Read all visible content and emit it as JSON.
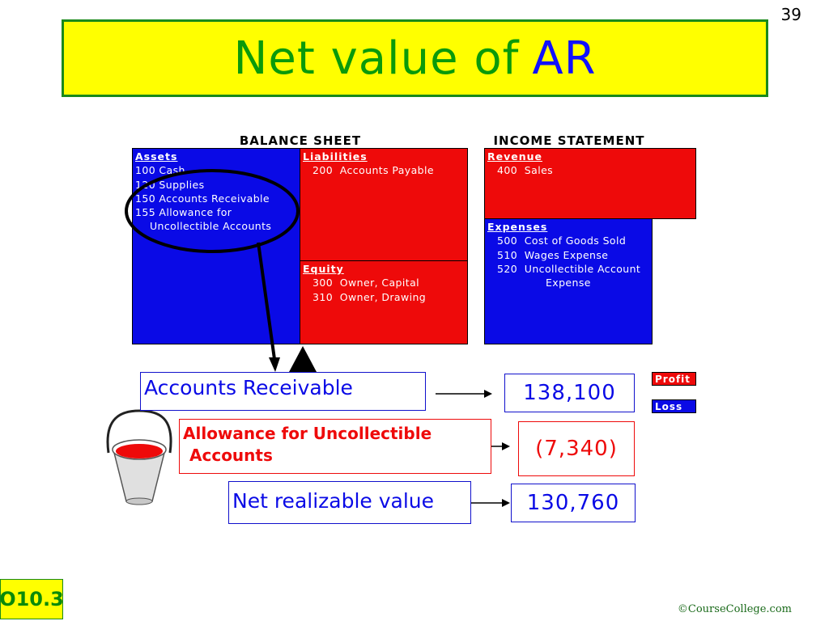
{
  "slide": {
    "number": "39",
    "badge": "O10.3",
    "copyright": "©CourseCollege.com"
  },
  "title": {
    "main": "Net value of",
    "accent": "AR"
  },
  "headers": {
    "balance_sheet": "BALANCE SHEET",
    "income_statement": "INCOME STATEMENT"
  },
  "assets": {
    "heading": "Assets",
    "items": [
      "100 Cash",
      "120 Supplies",
      "150 Accounts Receivable",
      "155 Allowance for",
      "Uncollectible Accounts"
    ]
  },
  "liabilities": {
    "heading": "Liabilities",
    "items": [
      "200  Accounts Payable"
    ]
  },
  "equity": {
    "heading": "Equity",
    "items": [
      "300  Owner, Capital",
      "310  Owner, Drawing"
    ]
  },
  "revenue": {
    "heading": "Revenue",
    "items": [
      "400  Sales"
    ]
  },
  "expenses": {
    "heading": "Expenses",
    "items": [
      "500  Cost of Goods Sold",
      "510  Wages Expense",
      "520  Uncollectible Account",
      "Expense"
    ]
  },
  "rows": {
    "accounts_receivable": {
      "label": "Accounts Receivable",
      "value": "138,100"
    },
    "allowance": {
      "label_line1": "Allowance for Uncollectible",
      "label_line2": "Accounts",
      "value": "(7,340)"
    },
    "net_realizable": {
      "label": "Net realizable value",
      "value": "130,760"
    }
  },
  "legend": {
    "profit": "Profit",
    "loss": "Loss"
  },
  "colors": {
    "blue": "#0a0ae6",
    "red": "#ee0a0a",
    "title_green": "#0a9a0a",
    "title_bg": "#ffff00"
  }
}
